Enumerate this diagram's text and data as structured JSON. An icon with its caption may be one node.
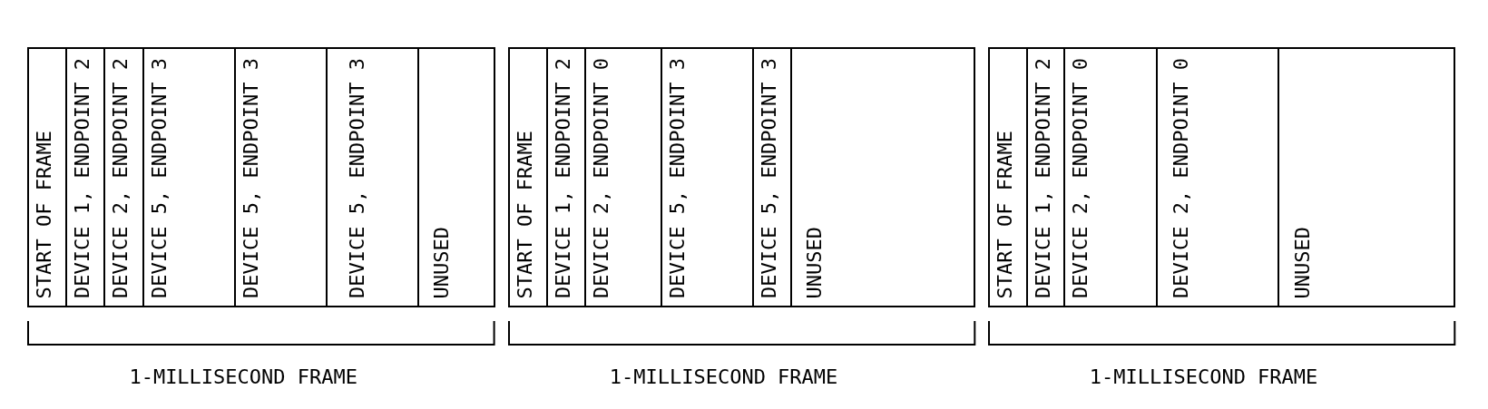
{
  "diagram": {
    "nodes": [
      {
        "text": [],
        "shape": "box",
        "beside": [
          "1-MILLISECOND FRAME"
        ]
      },
      {
        "text": [
          "START OF FRAME"
        ],
        "in": 0
      },
      {
        "text": [
          "DEVICE 1, ENDPOINT 2"
        ],
        "in": 0
      },
      {
        "text": [
          "DEVICE 2, ENDPOINT 2"
        ],
        "in": 0
      },
      {
        "text": [
          "DEVICE 5, ENDPOINT 3"
        ],
        "in": 0
      },
      {
        "text": [
          "DEVICE 5, ENDPOINT 3"
        ],
        "in": 0
      },
      {
        "text": [
          "DEVICE 5, ENDPOINT 3"
        ],
        "in": 0
      },
      {
        "text": [
          "UNUSED"
        ],
        "in": 0
      },
      {
        "text": [],
        "shape": "box",
        "beside": [
          "1-MILLISECOND FRAME"
        ]
      },
      {
        "text": [
          "START OF FRAME"
        ],
        "in": 8
      },
      {
        "text": [
          "DEVICE 1, ENDPOINT 2"
        ],
        "in": 8
      },
      {
        "text": [
          "DEVICE 2, ENDPOINT 0"
        ],
        "in": 8
      },
      {
        "text": [
          "DEVICE 5, ENDPOINT 3"
        ],
        "in": 8
      },
      {
        "text": [
          "DEVICE 5, ENDPOINT 3"
        ],
        "in": 8
      },
      {
        "text": [
          "UNUSED"
        ],
        "in": 8
      },
      {
        "text": [],
        "shape": "box",
        "beside": [
          "1-MILLISECOND FRAME"
        ]
      },
      {
        "text": [
          "START OF FRAME"
        ],
        "in": 15
      },
      {
        "text": [
          "DEVICE 1, ENDPOINT 2"
        ],
        "in": 15
      },
      {
        "text": [
          "DEVICE 2, ENDPOINT 0"
        ],
        "in": 15
      },
      {
        "text": [
          "DEVICE 2, ENDPOINT 0"
        ],
        "in": 15
      },
      {
        "text": [
          "UNUSED"
        ],
        "in": 15
      }
    ]
  }
}
